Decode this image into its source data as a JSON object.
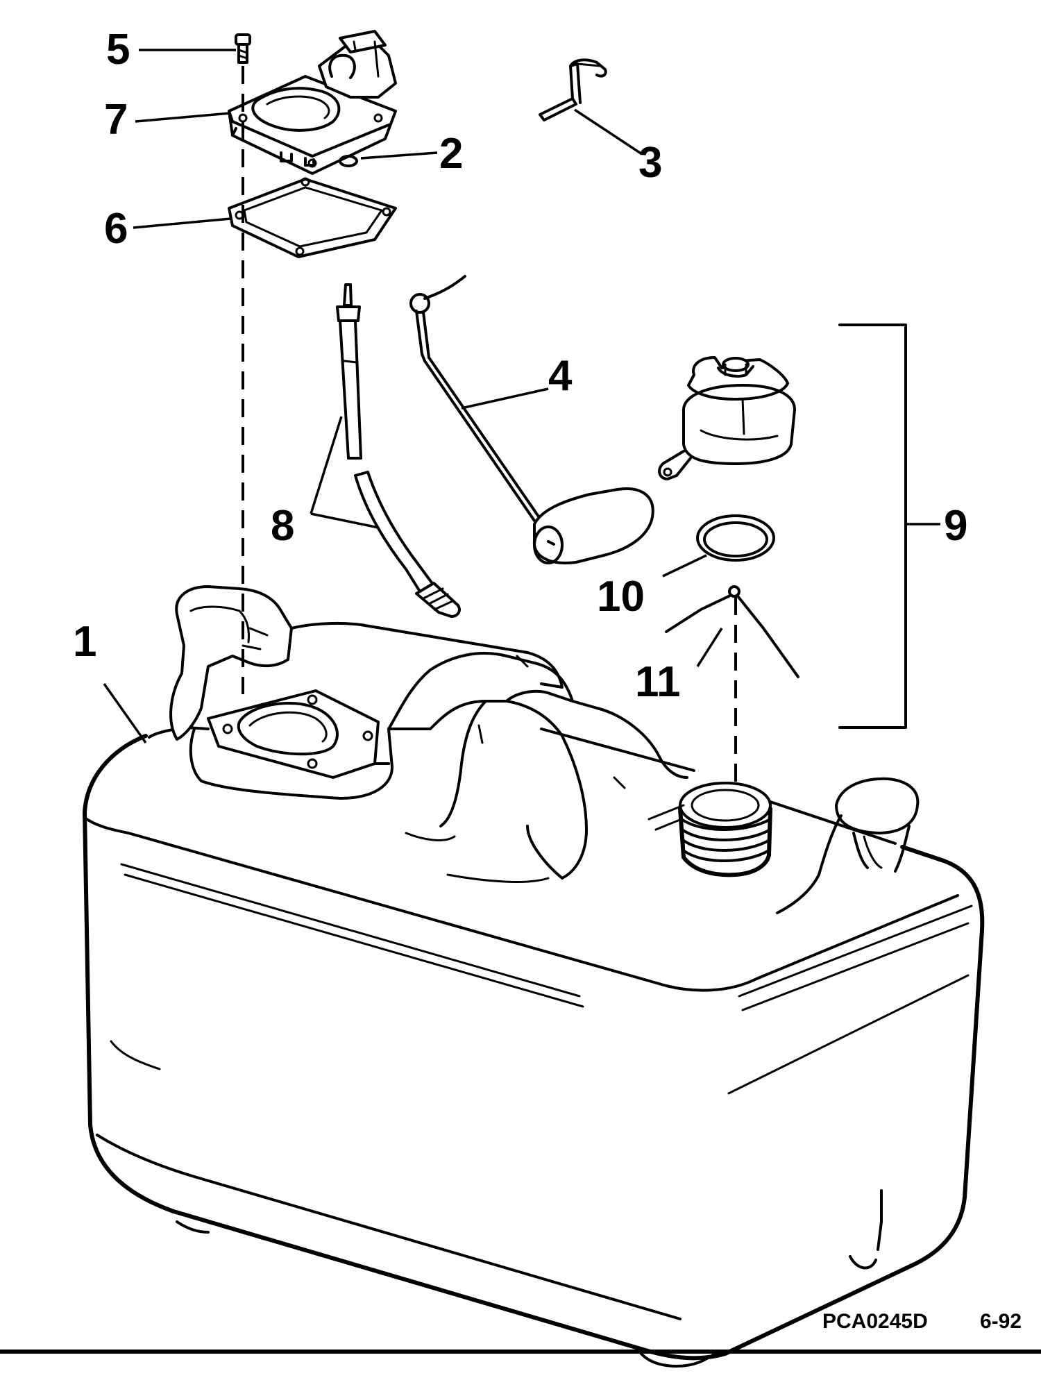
{
  "callouts": {
    "c1": "1",
    "c2": "2",
    "c3": "3",
    "c4": "4",
    "c5": "5",
    "c6": "6",
    "c7": "7",
    "c8": "8",
    "c9": "9",
    "c10": "10",
    "c11": "11"
  },
  "footer": {
    "code": "PCA0245D",
    "date": "6-92"
  }
}
